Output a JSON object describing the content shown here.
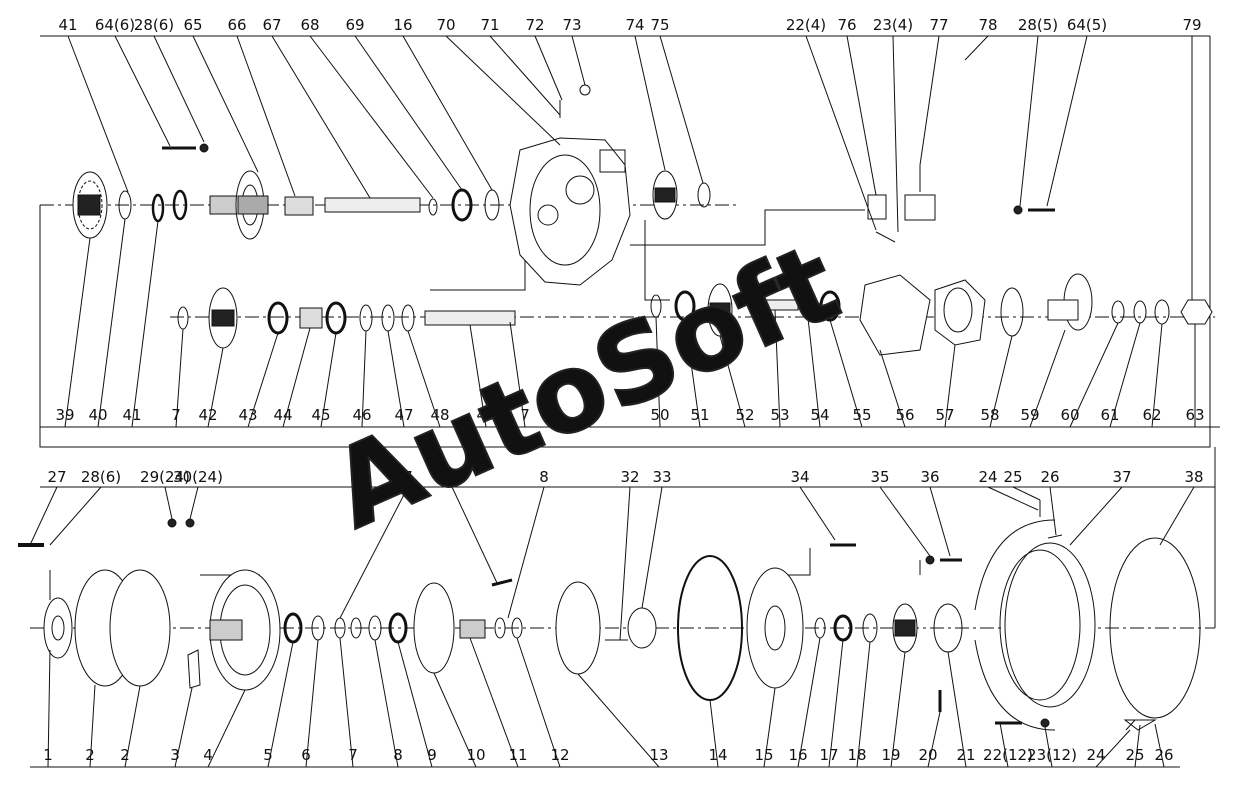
{
  "diagram": {
    "type": "exploded-parts-view",
    "watermark": "AutoSoft",
    "top_labels": [
      "41",
      "64(6)",
      "28(6)",
      "65",
      "66",
      "67",
      "68",
      "69",
      "16",
      "70",
      "71",
      "72",
      "73",
      "74",
      "75",
      "22(4)",
      "76",
      "23(4)",
      "77",
      "78",
      "28(5)",
      "64(5)",
      "79"
    ],
    "middle_labels": [
      "39",
      "40",
      "41",
      "7",
      "42",
      "43",
      "44",
      "45",
      "46",
      "47",
      "48",
      "49",
      "7",
      "50",
      "51",
      "52",
      "53",
      "54",
      "55",
      "56",
      "57",
      "58",
      "59",
      "60",
      "61",
      "62",
      "63"
    ],
    "lower_top_labels": [
      "27",
      "28(6)",
      "29(24)",
      "30(24)",
      "7",
      "31",
      "8",
      "32",
      "33",
      "34",
      "35",
      "36",
      "24",
      "25",
      "26",
      "37",
      "38"
    ],
    "bottom_labels": [
      "1",
      "2",
      "2",
      "3",
      "4",
      "5",
      "6",
      "7",
      "8",
      "9",
      "10",
      "11",
      "12",
      "13",
      "14",
      "15",
      "16",
      "17",
      "18",
      "19",
      "20",
      "21",
      "22(12)",
      "23(12)",
      "24",
      "25",
      "26"
    ]
  }
}
